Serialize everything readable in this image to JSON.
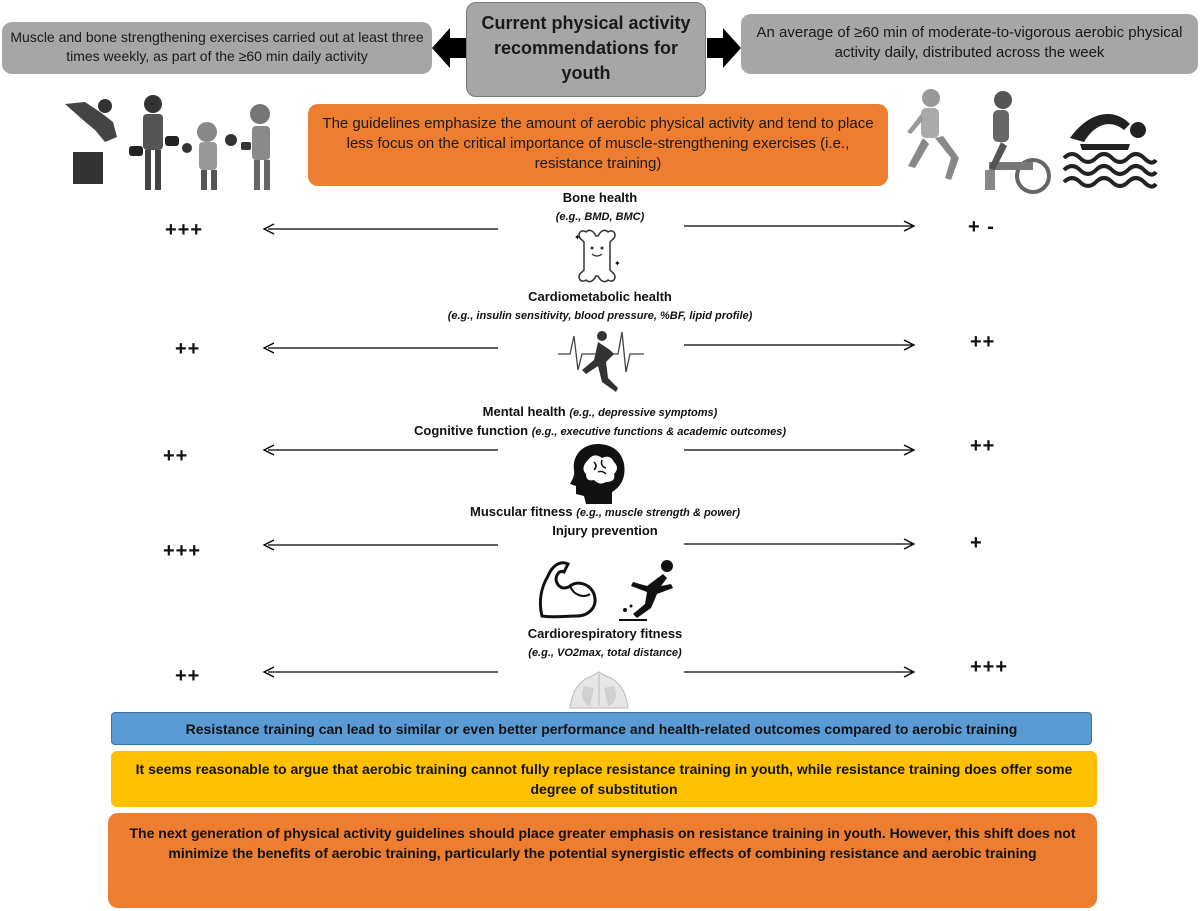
{
  "header": {
    "center_title": "Current physical activity recommendations for youth",
    "left_box": "Muscle and bone strengthening exercises carried out at least three times weekly, as part of the ≥60 min daily activity",
    "right_box": "An average of ≥60 min of moderate-to-vigorous aerobic physical activity daily, distributed across the week"
  },
  "guideline_note": "The guidelines emphasize the amount of aerobic physical activity and tend to place less focus on the critical importance of muscle-strengthening exercises (i.e., resistance training)",
  "outcomes": [
    {
      "title": "Bone health",
      "example": "(e.g., BMD, BMC)",
      "resistance_score": "+++",
      "aerobic_score": "+ -"
    },
    {
      "title": "Cardiometabolic health",
      "example": "(e.g., insulin sensitivity, blood pressure, %BF, lipid profile)",
      "resistance_score": "++",
      "aerobic_score": "++"
    },
    {
      "title": "Mental health",
      "example": "(e.g., depressive symptoms)",
      "title2": "Cognitive function",
      "example2": "(e.g., executive functions & academic outcomes)",
      "resistance_score": "++",
      "aerobic_score": "++"
    },
    {
      "title": "Muscular fitness",
      "example": "(e.g., muscle strength & power)",
      "title2": "Injury prevention",
      "resistance_score": "+++",
      "aerobic_score": "+"
    },
    {
      "title": "Cardiorespiratory  fitness",
      "example": "(e.g., VO2max, total distance)",
      "resistance_score": "++",
      "aerobic_score": "+++"
    }
  ],
  "conclusions": {
    "blue": "Resistance training can lead to similar or even better performance and health-related outcomes compared to aerobic training",
    "yellow": "It seems reasonable to argue that aerobic training cannot fully replace resistance training in youth, while resistance training does offer some degree of substitution",
    "orange": "The next generation of physical activity guidelines should place greater emphasis on resistance training in youth. However, this shift does not minimize the benefits of aerobic training, particularly the potential synergistic effects of combining resistance and aerobic training"
  },
  "colors": {
    "gray_box": "#a6a6a6",
    "orange": "#ed7d31",
    "blue": "#5b9bd5",
    "yellow": "#ffc000"
  },
  "icons": [
    "resistance-exercisers-illustration",
    "aerobic-exercisers-illustration",
    "swimmer-icon",
    "bone-icon",
    "runner-ecg-icon",
    "brain-head-icon",
    "flexed-arm-icon",
    "falling-person-icon",
    "chest-lungs-icon"
  ]
}
